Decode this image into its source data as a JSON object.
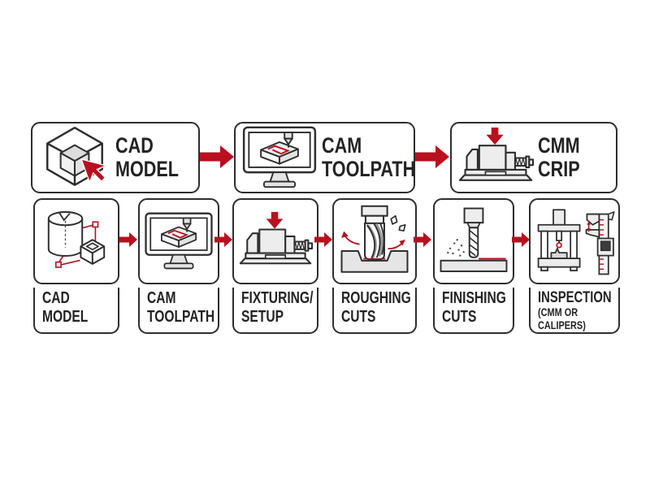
{
  "colors": {
    "accent_red": "#b90f1f",
    "outline": "#2e2e2e",
    "fill_light_gray": "#ececec",
    "background": "#ffffff"
  },
  "icons": {
    "flow-arrow-icon": "red right-pointing block arrow",
    "cad-model-cube-cursor-icon": "wireframe cube with inner solid cube and red mouse cursor",
    "cam-toolpath-monitor-icon": "computer monitor showing machined block with red toolpath and cutter",
    "vise-workholding-icon": "machine vise clamping a block with red down arrow",
    "cad-solid-models-icon": "notched cylinder and cube solids joined by red spline with control points",
    "roughing-endmill-icon": "large end mill cutting pocket with chips flying",
    "finishing-endmill-icon": "slender end mill skimming finished surface",
    "inspection-cmm-caliper-icon": "CMM gantry probe machine and digital caliper"
  },
  "top_row": {
    "steps": [
      {
        "icon": "cad-model-cube-cursor-icon",
        "lines": [
          "CAD",
          "MODEL"
        ]
      },
      {
        "icon": "cam-toolpath-monitor-icon",
        "lines": [
          "CAM",
          "TOOLPATH"
        ]
      },
      {
        "icon": "vise-workholding-icon",
        "lines": [
          "CMM",
          "CRIP"
        ]
      }
    ]
  },
  "bottom_row": {
    "steps": [
      {
        "icon": "cad-solid-models-icon",
        "lines": [
          "CAD",
          "MODEL"
        ]
      },
      {
        "icon": "cam-toolpath-monitor-icon",
        "lines": [
          "CAM",
          "TOOLPATH"
        ]
      },
      {
        "icon": "vise-workholding-icon",
        "lines": [
          "FIXTURING/",
          "SETUP"
        ]
      },
      {
        "icon": "roughing-endmill-icon",
        "lines": [
          "ROUGHING",
          "CUTS"
        ]
      },
      {
        "icon": "finishing-endmill-icon",
        "lines": [
          "FINISHING",
          "CUTS"
        ]
      },
      {
        "icon": "inspection-cmm-caliper-icon",
        "lines": [
          "INSPECTION",
          "(CMM OR",
          "CALIPERS)"
        ]
      }
    ]
  }
}
